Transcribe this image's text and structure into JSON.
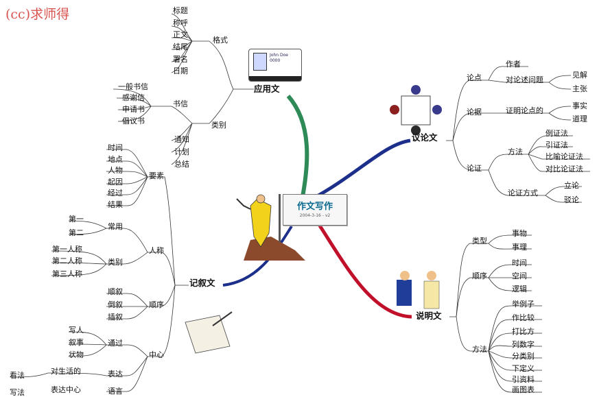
{
  "watermark": "(cc)求师得",
  "center": {
    "title": "作文写作",
    "subtitle": "2004-3-16  -  v2"
  },
  "card": {
    "line1": "John Doe",
    "line2": "0000"
  },
  "labels": {
    "yingyong": "应用文",
    "geshi": "格式",
    "biaoti": "标题",
    "chenghu": "称呼",
    "zhengwen": "正文",
    "jiewei": "结尾",
    "shuming": "署名",
    "riqi": "日期",
    "shuxin": "书信",
    "ybsx": "一般书信",
    "gxx": "感谢信",
    "sqs": "申请书",
    "cys": "倡议书",
    "leibie": "类别",
    "tongzhi": "通知",
    "jihua": "计划",
    "zongjie": "总结",
    "yilun": "议论文",
    "lundian": "论点",
    "zuozhe": "作者",
    "dlswt": "对论述问题",
    "jianjie": "见解",
    "zhuzhang": "主张",
    "lunju": "论据",
    "zmlddd": "证明论点的",
    "shishi": "事实",
    "daoli": "道理",
    "lunzheng": "论证",
    "fangfa1": "方法",
    "lzf": "例证法",
    "yzf": "引证法",
    "bylzf": "比喻论证法",
    "dblzf": "对比论证法",
    "lzfs": "论证方式",
    "lilun": "立论",
    "bolun": "驳论",
    "shuoming": "说明文",
    "leixing": "类型",
    "shiwu": "事物",
    "shili": "事理",
    "shunxu1": "顺序",
    "shijian": "时间",
    "kongjian": "空间",
    "luoji": "逻辑",
    "fangfa2": "方法",
    "jlz": "举例子",
    "zbj": "作比较",
    "dbf": "打比方",
    "lsz": "列数字",
    "flb": "分类别",
    "xdy": "下定义",
    "yzl": "引资料",
    "htb": "画图表",
    "jixu": "记叙文",
    "yaosu": "要素",
    "shijian2": "时间",
    "didian": "地点",
    "renwu": "人物",
    "qiyin": "起因",
    "jingguo": "经过",
    "jieguo": "结果",
    "renchen": "人称",
    "changyong": "常用",
    "diyi": "第一",
    "dier": "第二",
    "leibie2": "类别",
    "dyrc": "第一人称",
    "derc": "第二人称",
    "dsrc": "第三人称",
    "shunxu2": "顺序",
    "shunxu_s": "顺叙",
    "daoxu": "倒叙",
    "chaxu": "插叙",
    "zhongxin": "中心",
    "xieren": "写人",
    "xushi": "叙事",
    "zhuangwu": "状物",
    "tongguo": "通过",
    "biaoda": "表达",
    "dshd": "对生活的",
    "kanfa": "看法",
    "bdzx": "表达中心",
    "sl1": "写法",
    "sl2": "语言"
  },
  "colors": {
    "yingyong": "#2e8b57",
    "yilun": "#1c2f8a",
    "shuoming": "#c0102a",
    "jixu": "#1c2f8a",
    "watermark": "#d9534f"
  }
}
